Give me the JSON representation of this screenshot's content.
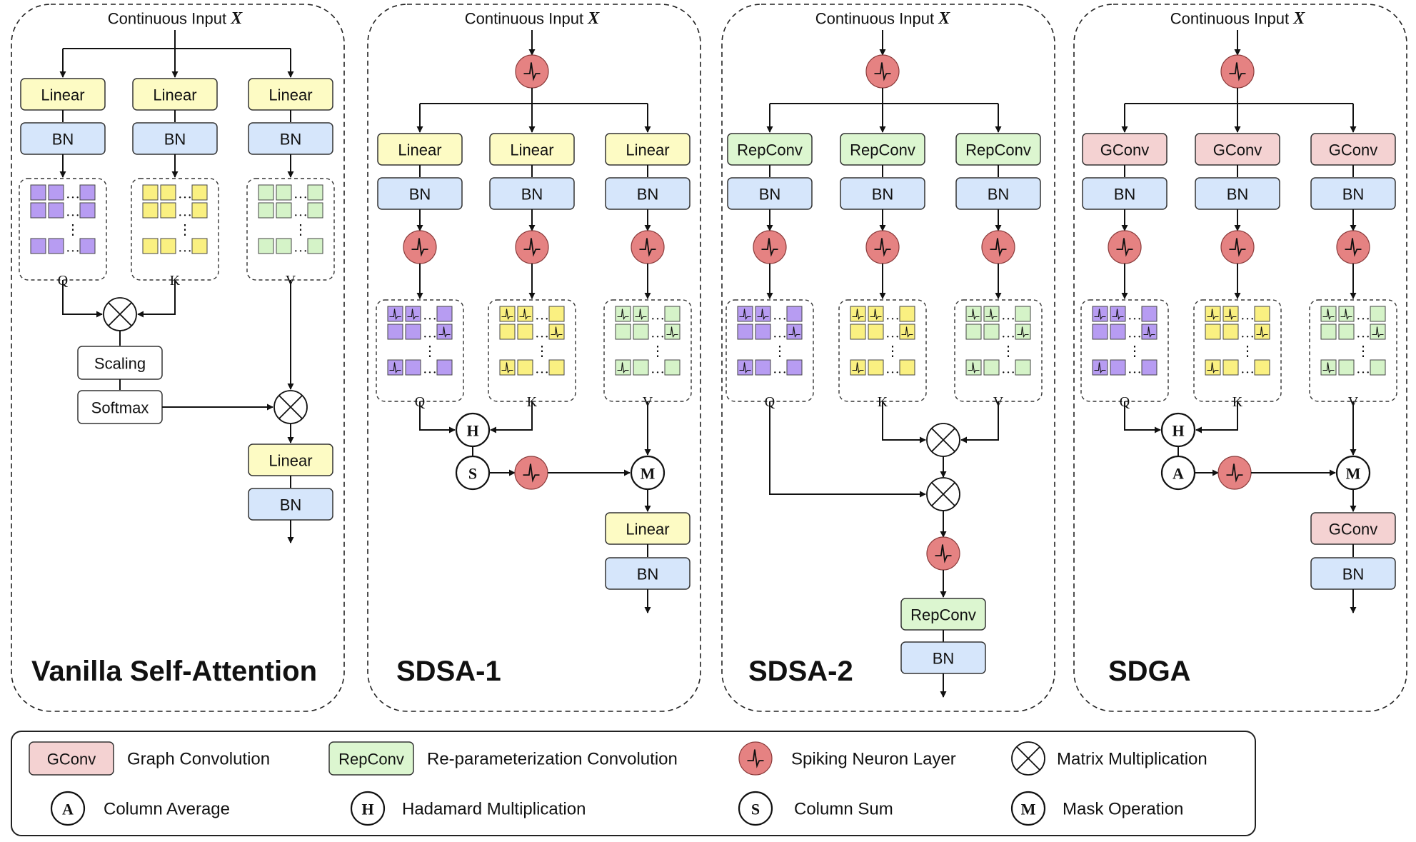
{
  "input_label": "Continuous Input",
  "input_var": "X",
  "panels": [
    {
      "title": "Vanilla Self-Attention"
    },
    {
      "title": "SDSA-1"
    },
    {
      "title": "SDSA-2"
    },
    {
      "title": "SDGA"
    }
  ],
  "blocks": {
    "linear": "Linear",
    "bn": "BN",
    "repconv": "RepConv",
    "gconv": "GConv",
    "scaling": "Scaling",
    "softmax": "Softmax"
  },
  "matrix_labels": {
    "q": "Q",
    "k": "K",
    "v": "V"
  },
  "ops": {
    "hadamard": "H",
    "sum": "S",
    "mask": "M",
    "average": "A"
  },
  "legend": [
    {
      "key": "gconv",
      "symbol": "GConv",
      "text": "Graph Convolution"
    },
    {
      "key": "repconv",
      "symbol": "RepConv",
      "text": "Re-parameterization Convolution"
    },
    {
      "key": "spike",
      "symbol": "",
      "text": "Spiking Neuron Layer"
    },
    {
      "key": "matmul",
      "symbol": "",
      "text": "Matrix Multiplication"
    },
    {
      "key": "average",
      "symbol": "A",
      "text": "Column Average"
    },
    {
      "key": "hadamard",
      "symbol": "H",
      "text": "Hadamard Multiplication"
    },
    {
      "key": "sum",
      "symbol": "S",
      "text": "Column Sum"
    },
    {
      "key": "mask",
      "symbol": "M",
      "text": "Mask Operation"
    }
  ],
  "colors": {
    "linear": "#fdfbc4",
    "bn": "#d6e6fb",
    "repconv": "#dcf6d0",
    "gconv": "#f4d2d2",
    "spike": "#e58282",
    "q_cell": "#b79cf2",
    "k_cell": "#faf081",
    "v_cell": "#d5f3c8"
  }
}
